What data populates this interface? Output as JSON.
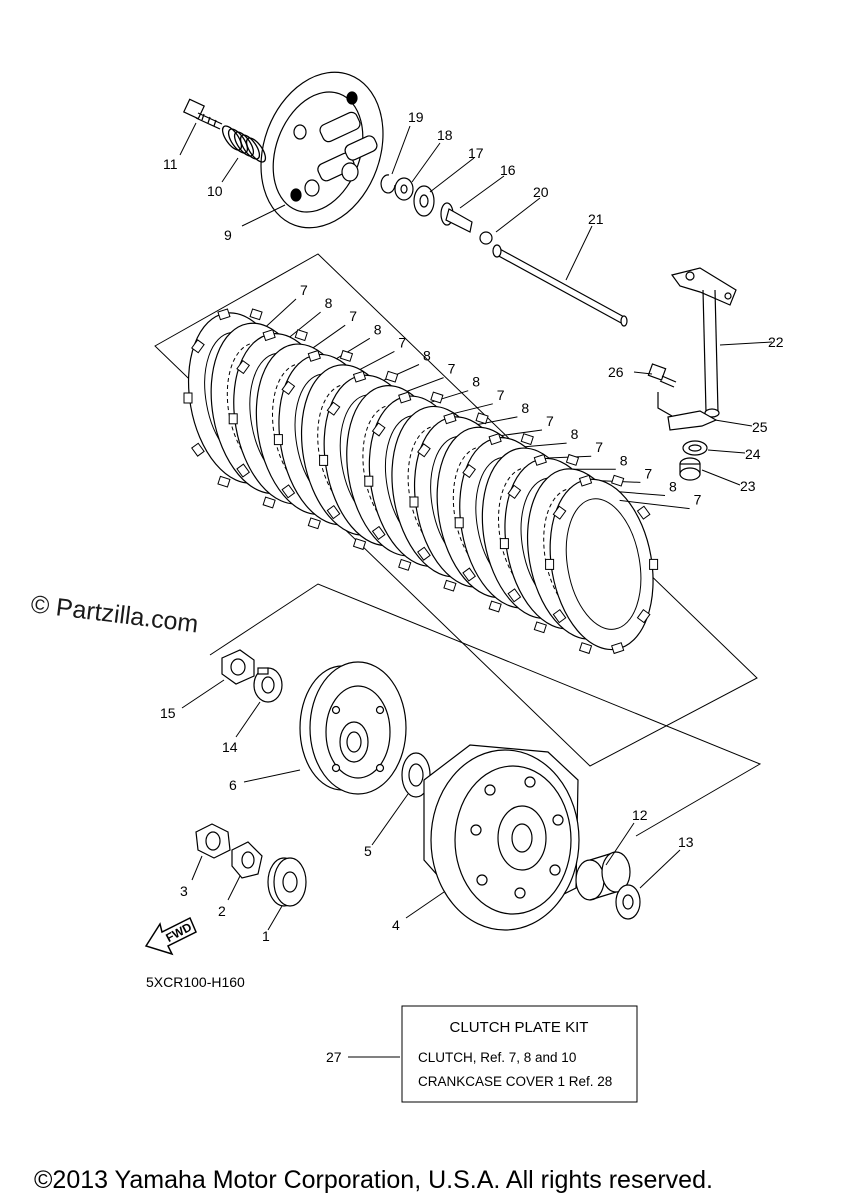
{
  "watermark": "© Partzilla.com",
  "diagram_code": "5XCR100-H160",
  "fwd_label": "FWD",
  "kit": {
    "callout": "27",
    "title": "CLUTCH PLATE KIT",
    "line1": "CLUTCH, Ref.  7, 8 and 10",
    "line2": "CRANKCASE COVER 1 Ref. 28"
  },
  "copyright": "©2013 Yamaha Motor Corporation, U.S.A. All rights reserved.",
  "callouts": [
    "1",
    "2",
    "3",
    "4",
    "5",
    "6",
    "7",
    "8",
    "9",
    "10",
    "11",
    "12",
    "13",
    "14",
    "15",
    "16",
    "17",
    "18",
    "19",
    "20",
    "21",
    "22",
    "23",
    "24",
    "25",
    "26"
  ],
  "plate_labels": [
    {
      "n": "7"
    },
    {
      "n": "8"
    },
    {
      "n": "7"
    },
    {
      "n": "8"
    },
    {
      "n": "7"
    },
    {
      "n": "8"
    },
    {
      "n": "7"
    },
    {
      "n": "8"
    },
    {
      "n": "7"
    },
    {
      "n": "8"
    },
    {
      "n": "7"
    },
    {
      "n": "8"
    },
    {
      "n": "7"
    },
    {
      "n": "8"
    },
    {
      "n": "7"
    },
    {
      "n": "8"
    },
    {
      "n": "7"
    }
  ]
}
